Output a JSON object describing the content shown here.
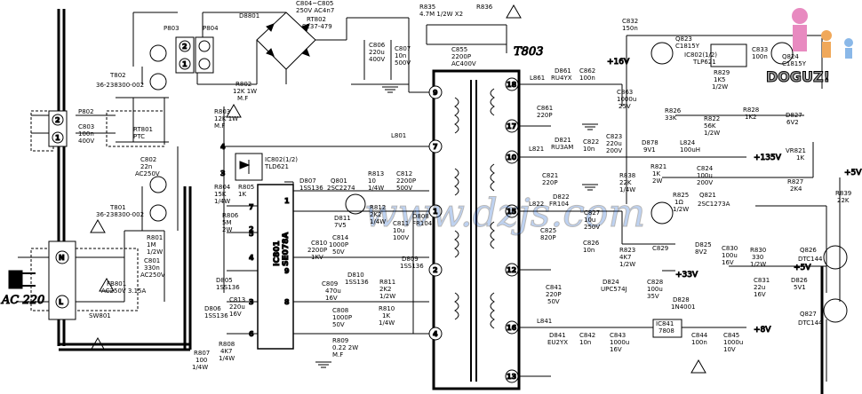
{
  "title": "T803",
  "ac_input": "AC 220",
  "watermark": "www.dzjs.com",
  "brand": "DOGUZ!",
  "components": {
    "d801": "D8801",
    "c804": "C804~C805",
    "c804v": "250V AC4n7",
    "rt802": "RT802",
    "rt802v": "S237-479",
    "r835": "R835",
    "r835v": "4.7M 1/2W X2",
    "r836": "R836",
    "c806": "C806",
    "c806v": "220u",
    "c806w": "400V",
    "c807": "C807",
    "c807v": "10n",
    "c807w": "500V",
    "c855": "C855",
    "c855v": "2200P",
    "c855w": "AC400V",
    "p803": "P803",
    "p804": "P804",
    "t802": "T802",
    "t802v": "36-238300-002",
    "r802": "R802",
    "r802v": "12K 1W",
    "r802w": "M.F",
    "p802": "P802",
    "c803": "C803",
    "c803v": "100n",
    "c803w": "400V",
    "rt801": "RT801",
    "rt801v": "PTC",
    "c802": "C802",
    "c802v": "22n",
    "c802w": "AC250V",
    "t801": "T801",
    "t801v": "36-238300-002",
    "r803": "R803",
    "r803v": "12K 1W",
    "r803w": "M.F",
    "ic802a": "IC802(1/2)",
    "ic802av": "TLD621",
    "r804": "R804",
    "r804v": "15K",
    "r804w": "1/4W",
    "r805": "R805",
    "r805v": "1K",
    "r806": "R806",
    "r806v": "5M",
    "r806w": "2W",
    "d807": "D807",
    "d807v": "1SS136",
    "q801": "Q801",
    "q801v": "2SC2274",
    "r813": "R813",
    "r813v": "10",
    "r813w": "1/4W",
    "c812": "C812",
    "c812v": "2200P",
    "c812w": "500V",
    "ic801": "IC801",
    "ic801v": "SE078A",
    "d811": "D811",
    "d811v": "7V5",
    "r812": "R812",
    "r812v": "2K2",
    "r812w": "1/4W",
    "c811": "C811",
    "c811v": "10u",
    "c811w": "100V",
    "d808": "D808",
    "d808v": "FR104",
    "r801": "R801",
    "r801v": "1M",
    "r801w": "1/2W",
    "c801": "C801",
    "c801v": "330n",
    "c801w": "AC250V",
    "c810": "C810",
    "c810v": "2200P",
    "c810w": "1KV",
    "c814": "C814",
    "c814v": "1000P",
    "c814w": "50V",
    "d805": "D805",
    "d805v": "1SS136",
    "d809": "D809",
    "d809v": "1SS136",
    "fb801": "FB801",
    "fb801v": "AC250V 3.15A",
    "sw801": "SW801",
    "c809": "C809",
    "c809v": "470u",
    "c809w": "16V",
    "d810": "D810",
    "d810v": "1SS136",
    "r811": "R811",
    "r811v": "2K2",
    "r811w": "1/2W",
    "d806": "D806",
    "d806v": "1SS136",
    "c813": "C813",
    "c813v": "220u",
    "c813w": "16V",
    "c808": "C808",
    "c808v": "1000P",
    "c808w": "50V",
    "r810": "R810",
    "r810v": "1K",
    "r810w": "1/4W",
    "r808": "R808",
    "r808v": "4K7",
    "r808w": "1/4W",
    "r807": "R807",
    "r807v": "100",
    "r807w": "1/4W",
    "r809": "R809",
    "r809v": "0.22 2W",
    "r809w": "M.F",
    "l801": "L801",
    "l861": "L861",
    "d861": "D861",
    "d861v": "RU4YX",
    "c861": "C861",
    "c861v": "220P",
    "c862": "C862",
    "c862v": "100n",
    "c863": "C863",
    "c863v": "1000u",
    "c863w": "25V",
    "l821": "L821",
    "d821": "D821",
    "d821v": "RU3AM",
    "c822": "C822",
    "c822v": "10n",
    "c823": "C823",
    "c823v": "220u",
    "c823w": "200V",
    "c821": "C821",
    "c821v": "220P",
    "r838": "R838",
    "r838v": "22K",
    "r838w": "1/4W",
    "l822": "L822",
    "d822": "D822",
    "d822v": "FR104",
    "c825": "C825",
    "c825v": "820P",
    "c827": "C827",
    "c827v": "10u",
    "c827w": "250V",
    "c826": "C826",
    "c826v": "10n",
    "c841": "C841",
    "c841v": "220P",
    "c841w": "50V",
    "l841": "L841",
    "d841": "D841",
    "d841v": "EU2YX",
    "c842": "C842",
    "c842v": "10n",
    "c843": "C843",
    "c843v": "1000u",
    "c843w": "16V",
    "ic841": "IC841",
    "ic841v": "7808",
    "c844": "C844",
    "c844v": "100n",
    "c845": "C845",
    "c845v": "1000u",
    "c845w": "10V",
    "d828": "D828",
    "d828v": "1N4001",
    "c828": "C828",
    "c828v": "100u",
    "c828w": "35V",
    "d824": "D824",
    "d824v": "UPC574J",
    "r823": "R823",
    "r823v": "4K7",
    "r823w": "1/2W",
    "c832": "C832",
    "c832v": "150n",
    "q823": "Q823",
    "q823v": "C1815Y",
    "ic802b": "IC802(1/2)",
    "ic802bv": "TLP621",
    "c833": "C833",
    "c833v": "100n",
    "q824": "Q824",
    "q824v": "C1815Y",
    "r829": "R829",
    "r829v": "1K5",
    "r829w": "1/2W",
    "r826": "R826",
    "r826v": "33K",
    "r828": "R828",
    "r828v": "1K2",
    "d827": "D827",
    "d827v": "6V2",
    "r822": "R822",
    "r822v": "56K",
    "r822w": "1/2W",
    "d878": "D878",
    "d878v": "9V1",
    "l824": "L824",
    "l824v": "100uH",
    "c824": "C824",
    "c824v": "100u",
    "c824w": "200V",
    "r821": "R821",
    "r821v": "1K",
    "r821w": "2W",
    "vr821": "VR821",
    "vr821v": "1K",
    "r827": "R827",
    "r827v": "2K4",
    "r825": "R825",
    "r825v": "1Ω",
    "r825w": "1/2W",
    "q821": "Q821",
    "q821v": "2SC1273A",
    "d825": "D825",
    "d825v": "8V2",
    "c829": "C829",
    "c830": "C830",
    "c830v": "100u",
    "c830w": "16V",
    "r830": "R830",
    "r830v": "330",
    "r830w": "1/2W",
    "c831": "C831",
    "c831v": "22u",
    "c831w": "16V",
    "d826": "D826",
    "d826v": "5V1",
    "r839": "R839",
    "r839v": "22K",
    "q826": "Q826",
    "q826v": "DTC144",
    "q827": "Q827",
    "q827v": "DTC144"
  },
  "voltages": {
    "v16": "+16V",
    "v135": "+135V",
    "v33": "+33V",
    "v8": "+8V",
    "v5a": "+5V",
    "v5b": "+5V"
  },
  "pins": {
    "p_top2": "2",
    "p_top1": "1",
    "p_l2": "2",
    "p_l1": "1",
    "ac_n": "N",
    "ac_l": "L",
    "ic_4": "4",
    "ic_3": "3",
    "ic_7": "7",
    "ic_5": "5",
    "ic_1": "1",
    "ic_2": "2",
    "ic_4b": "4",
    "ic_9": "9",
    "ic_8": "8",
    "ic_3b": "3",
    "ic_6": "6",
    "t_9": "9",
    "t_7": "7",
    "t_1": "1",
    "t_2": "2",
    "t_4": "4",
    "t_18": "18",
    "t_17": "17",
    "t_10": "10",
    "t_15": "15",
    "t_12": "12",
    "t_16": "16",
    "t_13": "13"
  }
}
